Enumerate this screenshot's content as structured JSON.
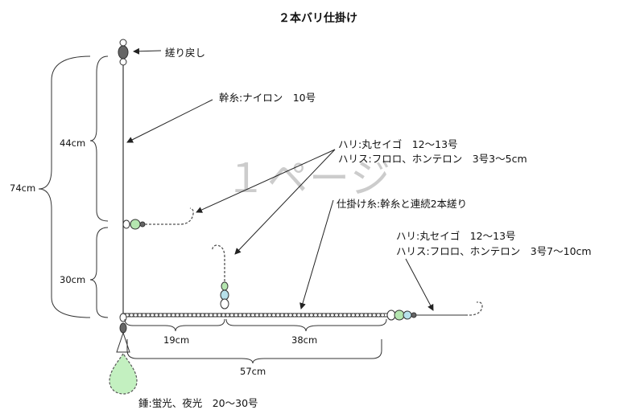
{
  "title": "２本バリ仕掛け",
  "watermark": "１ページ",
  "labels": {
    "swivel": "縒り戻し",
    "mainline": "幹糸:ナイロン　10号",
    "hook1_hook": "ハリ:丸セイゴ　12～13号",
    "hook1_leader": "ハリス:フロロ、ホンテロン　3号3～5cm",
    "rig_line": "仕掛け糸:幹糸と連続2本縒り",
    "hook2_hook": "ハリ:丸セイゴ　12～13号",
    "hook2_leader": "ハリス:フロロ、ホンテロン　3号7～10cm",
    "sinker": "錘:蛍光、夜光　20～30号"
  },
  "dimensions": {
    "total_vertical": "74cm",
    "upper": "44cm",
    "lower": "30cm",
    "horizontal_a": "19cm",
    "horizontal_b": "38cm",
    "horizontal_total": "57cm"
  },
  "colors": {
    "line": "#222222",
    "bead_green": "#b5e6b0",
    "bead_blue": "#b7e0ea",
    "swivel_dark": "#666666",
    "sinker_fill": "#c3f0c0",
    "hook_dash": "#555555"
  }
}
